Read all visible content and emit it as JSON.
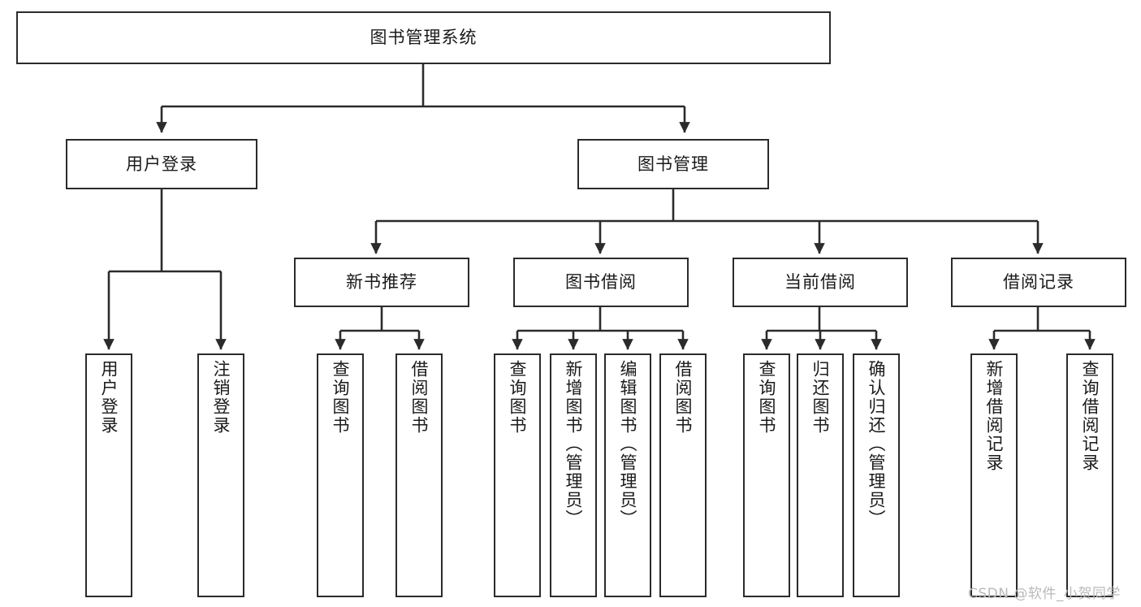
{
  "diagram": {
    "title": "图书管理系统",
    "type": "tree",
    "stroke_color": "#2b2b2b",
    "fill_color": "#ffffff",
    "text_color": "#1a1a1a"
  },
  "nodes": {
    "root": {
      "label": "图书管理系统",
      "level": 0
    },
    "level1": [
      {
        "id": "user-login",
        "label": "用户登录"
      },
      {
        "id": "book-manage",
        "label": "图书管理"
      }
    ],
    "level2": [
      {
        "id": "new-book-rec",
        "label": "新书推荐"
      },
      {
        "id": "book-borrow",
        "label": "图书借阅"
      },
      {
        "id": "current-borrow",
        "label": "当前借阅"
      },
      {
        "id": "borrow-record",
        "label": "借阅记录"
      }
    ],
    "leaves": {
      "user_login": [
        {
          "id": "leaf-user-login",
          "label": "用户登录"
        },
        {
          "id": "leaf-logout",
          "label": "注销登录"
        }
      ],
      "new_book_rec": [
        {
          "id": "leaf-query-book-1",
          "label": "查询图书"
        },
        {
          "id": "leaf-borrow-book-1",
          "label": "借阅图书"
        }
      ],
      "book_borrow": [
        {
          "id": "leaf-query-book-2",
          "label": "查询图书"
        },
        {
          "id": "leaf-add-book",
          "label": "新增图书（管理员）"
        },
        {
          "id": "leaf-edit-book",
          "label": "编辑图书（管理员）"
        },
        {
          "id": "leaf-borrow-book-2",
          "label": "借阅图书"
        }
      ],
      "current_borrow": [
        {
          "id": "leaf-query-book-3",
          "label": "查询图书"
        },
        {
          "id": "leaf-return-book",
          "label": "归还图书"
        },
        {
          "id": "leaf-confirm-return",
          "label": "确认归还（管理员）"
        }
      ],
      "borrow_record": [
        {
          "id": "leaf-add-record",
          "label": "新增借阅记录"
        },
        {
          "id": "leaf-query-record",
          "label": "查询借阅记录"
        }
      ]
    }
  },
  "watermark": {
    "text": "CSDN @软件_小贺同学"
  }
}
